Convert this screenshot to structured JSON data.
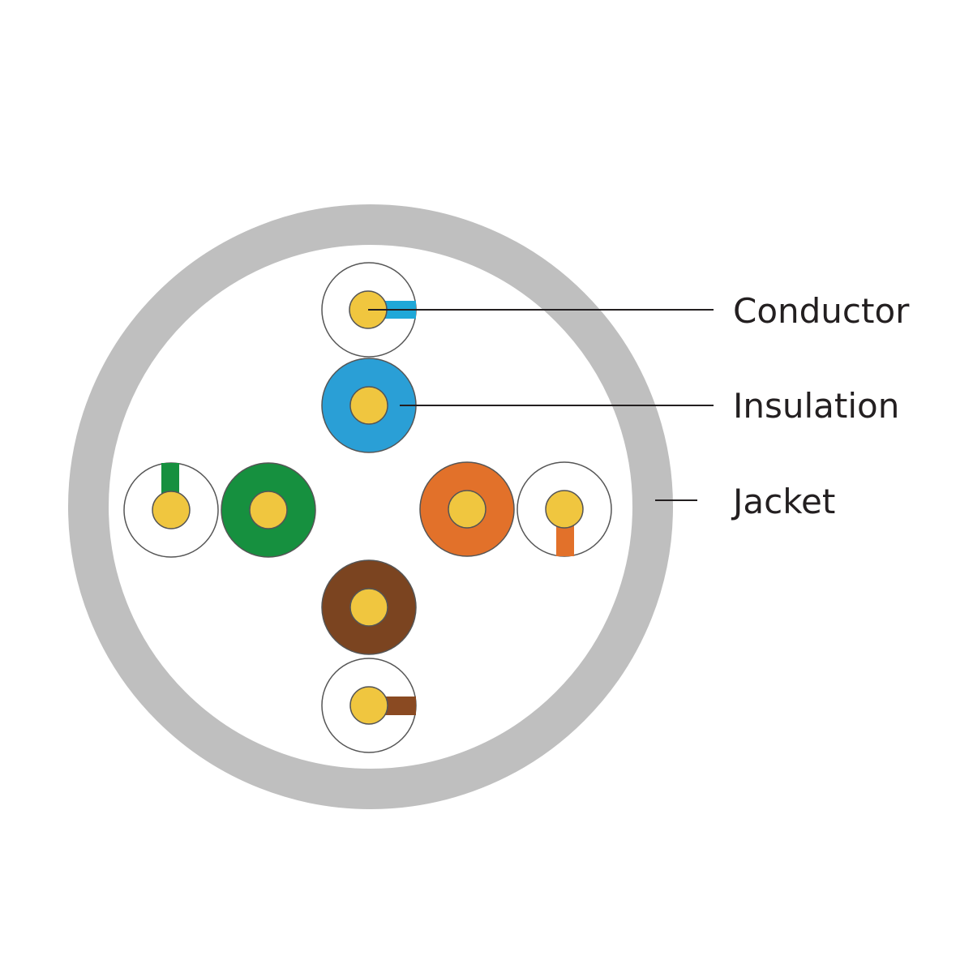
{
  "diagram": {
    "labels": {
      "conductor": "Conductor",
      "insulation": "Insulation",
      "jacket": "Jacket"
    },
    "colors": {
      "jacket": "#bfbfbf",
      "background": "#ffffff",
      "conductor": "#f0c63f",
      "outline": "#555555",
      "leader": "#231f20",
      "text": "#231f20"
    },
    "pairs": [
      {
        "name": "blue",
        "solid": "#2a9fd6",
        "stripe": "#1fa8d8"
      },
      {
        "name": "green",
        "solid": "#16903f",
        "stripe": "#16903f"
      },
      {
        "name": "orange",
        "solid": "#e2712a",
        "stripe": "#e2712a"
      },
      {
        "name": "brown",
        "solid": "#7b4420",
        "stripe": "#8a4a22"
      }
    ]
  }
}
